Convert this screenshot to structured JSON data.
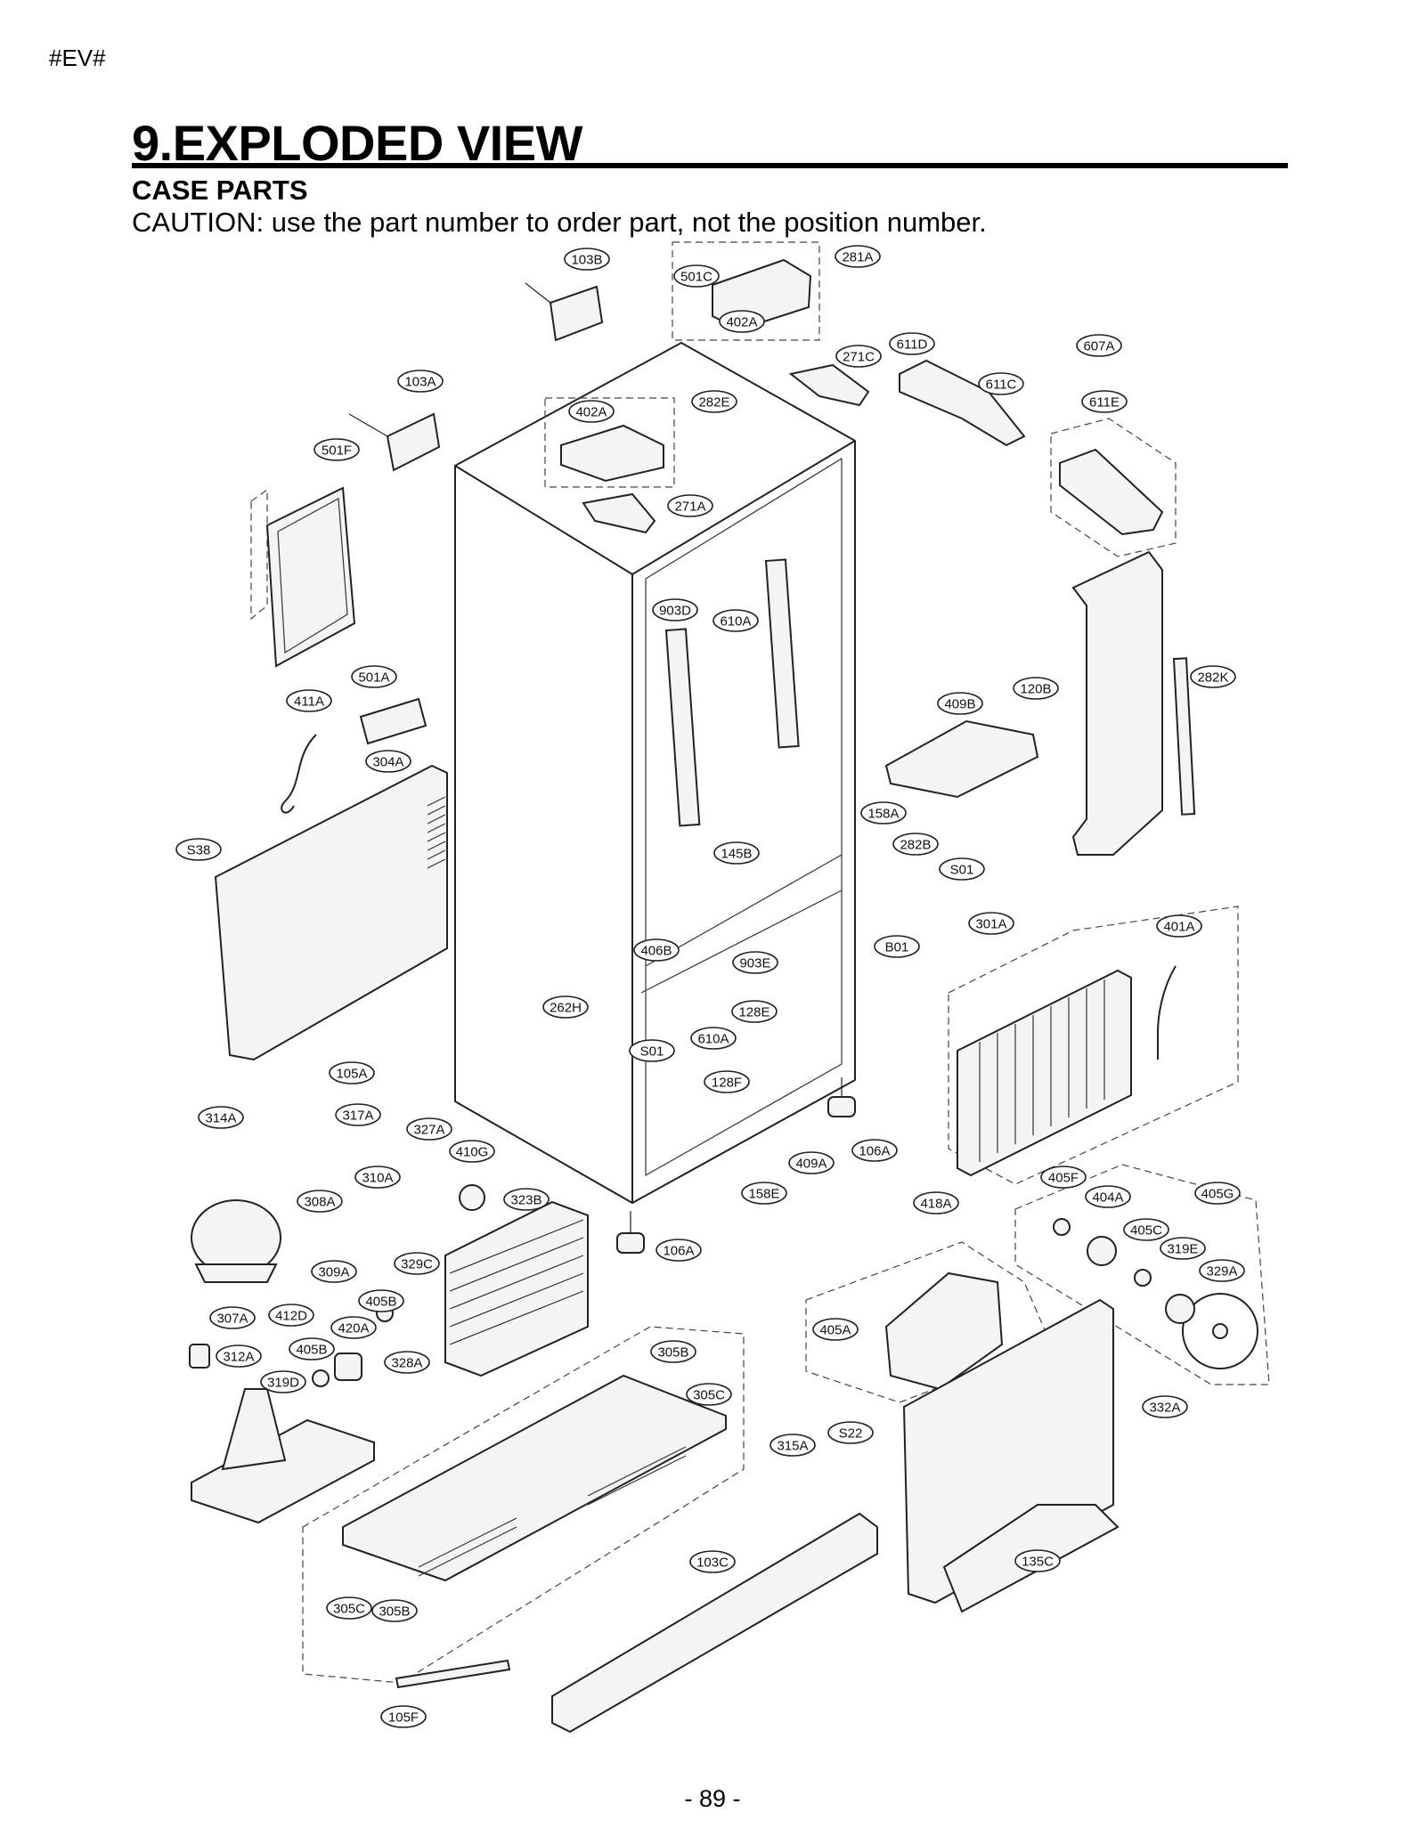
{
  "page": {
    "tag": "#EV#",
    "title": "9.EXPLODED VIEW",
    "subtitle": "CASE PARTS",
    "caution": "CAUTION: use the part number to order part, not the position number.",
    "page_number": "- 89 -"
  },
  "callouts": [
    "103B",
    "281A",
    "501C",
    "402A",
    "271C",
    "611D",
    "607A",
    "103A",
    "282E",
    "402A",
    "611C",
    "611E",
    "501F",
    "271A",
    "903D",
    "610A",
    "501A",
    "411A",
    "282K",
    "120B",
    "409B",
    "304A",
    "158A",
    "282B",
    "S38",
    "145B",
    "S01",
    "301A",
    "401A",
    "B01",
    "406B",
    "903E",
    "262H",
    "128E",
    "610A",
    "S01",
    "128F",
    "105A",
    "314A",
    "317A",
    "327A",
    "410G",
    "106A",
    "409A",
    "310A",
    "158E",
    "405F",
    "404A",
    "405G",
    "418A",
    "308A",
    "323B",
    "106A",
    "405C",
    "319E",
    "329C",
    "309A",
    "329A",
    "405B",
    "307A",
    "412D",
    "420A",
    "405A",
    "405B",
    "312A",
    "328A",
    "305B",
    "319D",
    "305C",
    "332A",
    "S22",
    "315A",
    "103C",
    "135C",
    "305C",
    "305B",
    "105F"
  ],
  "colors": {
    "line": "#222222",
    "background": "#ffffff"
  }
}
